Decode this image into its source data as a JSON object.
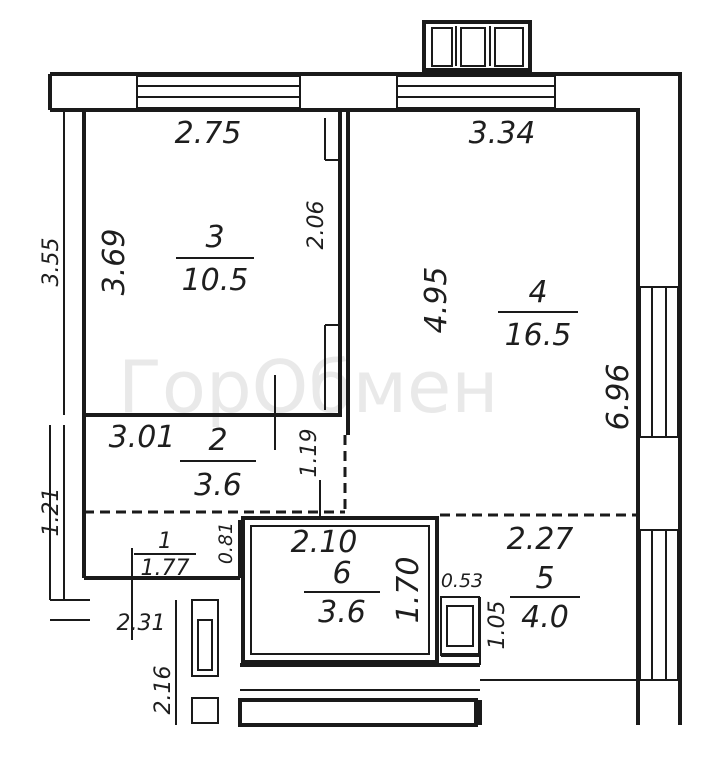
{
  "watermark": "ГорОбмен",
  "rooms": [
    {
      "number": "3",
      "area": "10.5"
    },
    {
      "number": "4",
      "area": "16.5"
    },
    {
      "number": "2",
      "area": "3.6"
    },
    {
      "number": "1",
      "area": "1.77"
    },
    {
      "number": "6",
      "area": "3.6"
    },
    {
      "number": "5",
      "area": "4.0"
    }
  ],
  "dimensions": {
    "room3_width": "2.75",
    "room3_height": "3.69",
    "room3_door": "2.06",
    "room4_width": "3.34",
    "room4_inner": "4.95",
    "room4_height": "6.96",
    "room2_width": "3.01",
    "room2_height": "1.19",
    "room1_height": "0.81",
    "entry_width": "2.31",
    "entry_height": "2.16",
    "room6_width": "2.10",
    "room6_height": "1.70",
    "room5_width": "2.27",
    "room5_height": "1.05",
    "shaft_width": "0.53",
    "left_edge_top": "3.55",
    "left_edge_mid": "1.21"
  }
}
